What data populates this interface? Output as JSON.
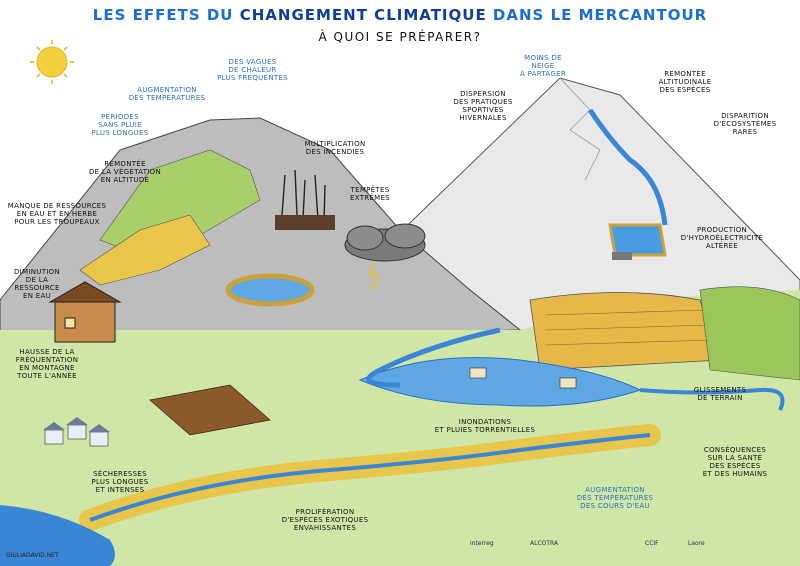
{
  "title": {
    "part1": "LES EFFETS DU ",
    "part2": "CHANGEMENT CLIMATIQUE",
    "part3": " DANS LE MERCANTOUR"
  },
  "subtitle": "À QUOI SE PRÉPARER?",
  "labels": {
    "augmentation_temperatures": "AUGMENTATION\nDES TEMPÉRATURES",
    "periodes_sans_pluie": "PÉRIODES\nSANS PLUIE\nPLUS LONGUES",
    "vagues_chaleur": "DES VAGUES\nDE CHALEUR\nPLUS FRÉQUENTES",
    "moins_neige": "MOINS DE\nNEIGE\nÀ PARTAGER",
    "dispersion_pratiques": "DISPERSION\nDES PRATIQUES\nSPORTIVES\nHIVERNALES",
    "remontee_altitudinale": "REMONTÉE\nALTITUDINALE\nDES ESPÈCES",
    "disparition_ecosystemes": "DISPARITION\nD'ÉCOSYSTÈMES\nRARES",
    "multiplication_incendies": "MULTIPLICATION\nDES INCENDIES",
    "remontee_vegetation": "REMONTÉE\nDE LA VÉGÉTATION\nEN ALTITUDE",
    "tempetes_extremes": "TEMPÊTES\nEXTRÊMES",
    "manque_ressources": "MANQUE DE RESSOURCES\nEN EAU ET EN HERBE\nPOUR LES TROUPEAUX",
    "production_hydro": "PRODUCTION\nD'HYDROÉLECTRICITÉ\nALTÉRÉE",
    "diminution_eau": "DIMINUTION\nDE LA RESSOURCE\nEN EAU",
    "hausse_frequentation": "HAUSSE DE LA\nFRÉQUENTATION\nEN MONTAGNE\nTOUTE L'ANNÉE",
    "glissements_terrain": "GLISSEMENTS\nDE TERRAIN",
    "inondations": "INONDATIONS\nET PLUIES TORRENTIELLES",
    "consequences_sante": "CONSÉQUENCES\nSUR LA SANTÉ\nDES ESPÈCES\nET DES HUMAINS",
    "secheresses": "SÉCHERESSES\nPLUS LONGUES\nET INTENSES",
    "augmentation_temp_eau": "AUGMENTATION\nDES TEMPÉRATURES\nDES COURS D'EAU",
    "proliferation_especes": "PROLIFÉRATION\nD'ESPÈCES EXOTIQUES\nENVAHISSANTES"
  },
  "credit": "GIULIADAVID.NET",
  "logos": [
    "interreg",
    "ALCOTRA",
    "CCIF",
    "Laore"
  ],
  "colors": {
    "title_blue": "#1a6fd0",
    "mountain_gray": "#b9b9b9",
    "snow": "#ececec",
    "river": "#3a86d6",
    "grass": "#a8cf6a",
    "dry_yellow": "#e8c64a",
    "sun": "#f4d03f"
  }
}
